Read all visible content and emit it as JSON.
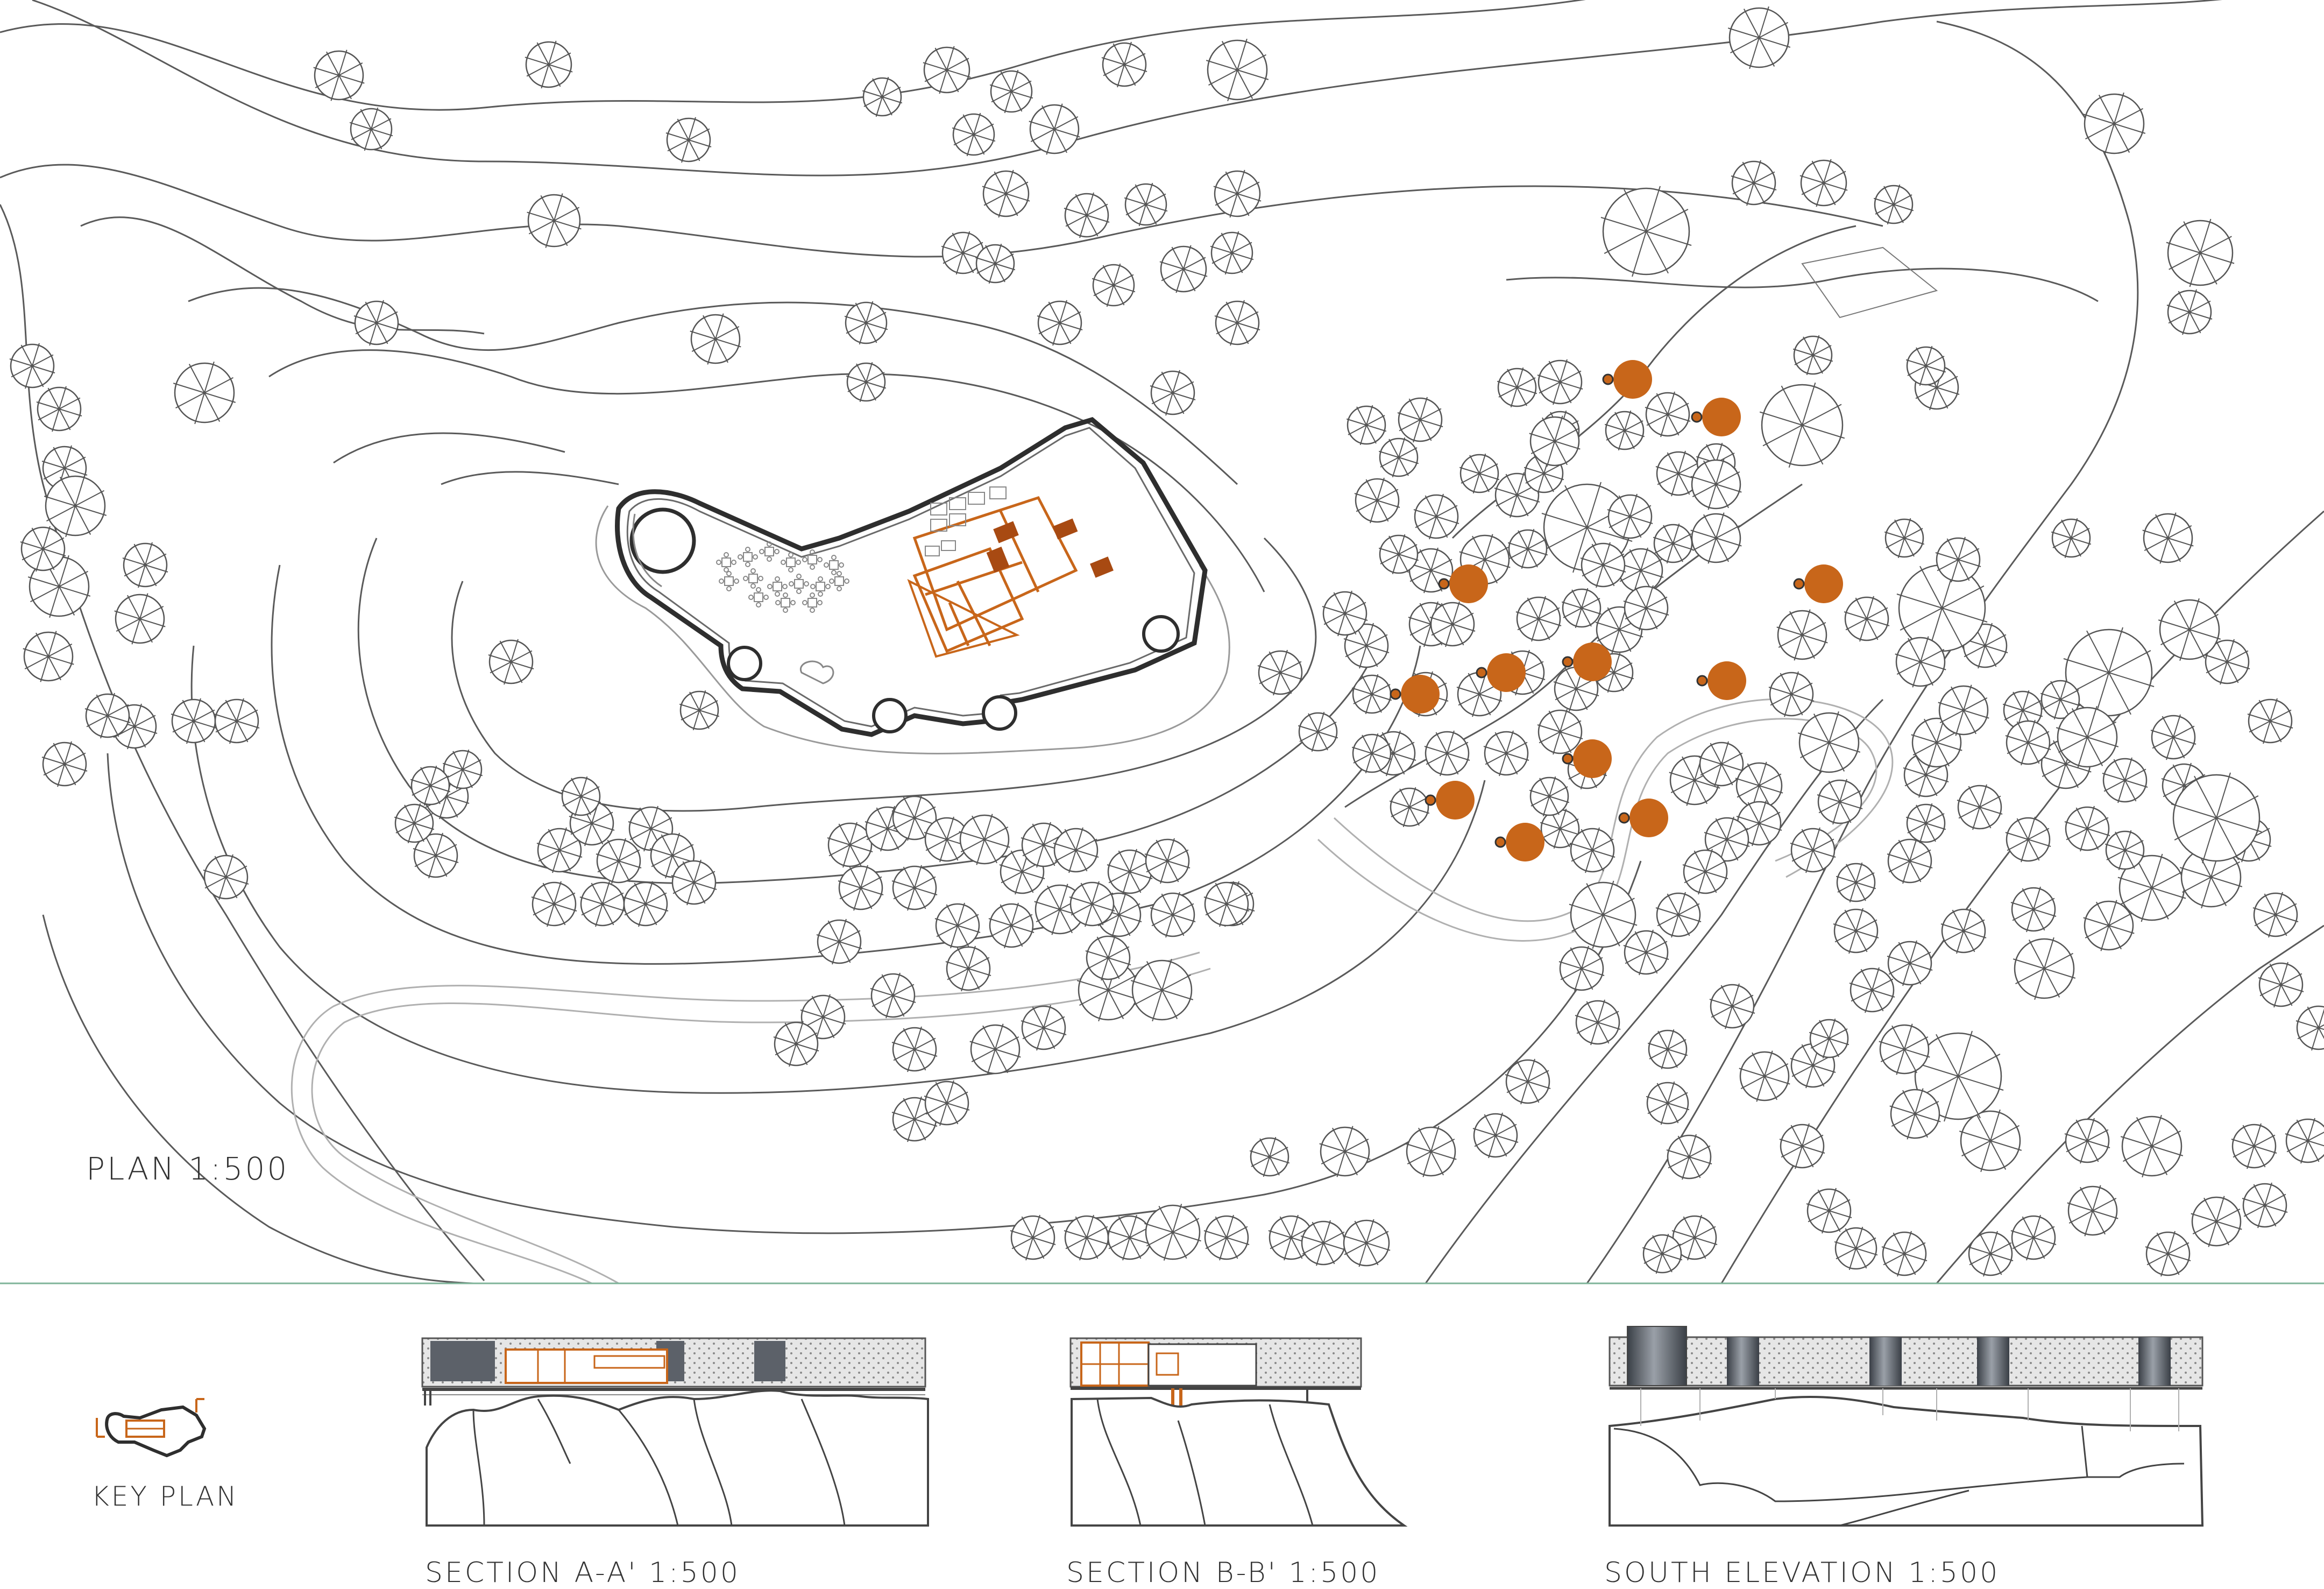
{
  "labels": {
    "plan": "PLAN 1:500",
    "key_plan": "KEY PLAN",
    "section_a": "SECTION A-A' 1:500",
    "section_b": "SECTION B-B' 1:500",
    "south_elevation": "SOUTH ELEVATION 1:500"
  },
  "colors": {
    "line": "#555555",
    "light_line": "#9a9a9a",
    "accent": "#c8661a",
    "dark": "#333333",
    "panel": "#6a6f77"
  },
  "icons": {
    "tree": "tree-symbol",
    "orange_tree": "orange-tree-symbol"
  }
}
